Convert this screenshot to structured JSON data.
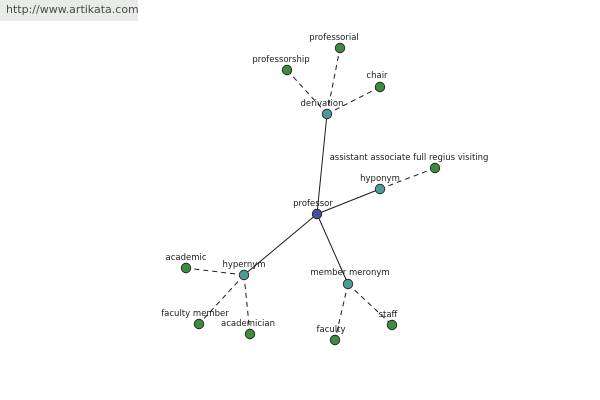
{
  "site_url": "http://www.artikata.com",
  "colors": {
    "root": "#4a4f9a",
    "relation": "#4c9a9a",
    "leaf": "#3f8a3f",
    "edge": "#1a1a1a"
  },
  "nodes": [
    {
      "id": "root",
      "label": "professor",
      "kind": "root"
    },
    {
      "id": "derivation",
      "label": "derivation",
      "kind": "relation"
    },
    {
      "id": "hyponym",
      "label": "hyponym",
      "kind": "relation"
    },
    {
      "id": "hypernym",
      "label": "hypernym",
      "kind": "relation"
    },
    {
      "id": "member-meronym",
      "label": "member meronym",
      "kind": "relation"
    },
    {
      "id": "professorial",
      "label": "professorial",
      "kind": "leaf"
    },
    {
      "id": "professorship",
      "label": "professorship",
      "kind": "leaf"
    },
    {
      "id": "chair",
      "label": "chair",
      "kind": "leaf"
    },
    {
      "id": "assistant",
      "label": "assistant associate full regius visiting",
      "kind": "leaf"
    },
    {
      "id": "academic",
      "label": "academic",
      "kind": "leaf"
    },
    {
      "id": "faculty-member",
      "label": "faculty member",
      "kind": "leaf"
    },
    {
      "id": "academician",
      "label": "academician",
      "kind": "leaf"
    },
    {
      "id": "faculty",
      "label": "faculty",
      "kind": "leaf"
    },
    {
      "id": "staff",
      "label": "staff",
      "kind": "leaf"
    }
  ],
  "edges": [
    {
      "from": "root",
      "to": "derivation",
      "style": "solid"
    },
    {
      "from": "root",
      "to": "hyponym",
      "style": "solid"
    },
    {
      "from": "root",
      "to": "hypernym",
      "style": "solid"
    },
    {
      "from": "root",
      "to": "member-meronym",
      "style": "solid"
    },
    {
      "from": "derivation",
      "to": "professorial",
      "style": "dashed"
    },
    {
      "from": "derivation",
      "to": "professorship",
      "style": "dashed"
    },
    {
      "from": "derivation",
      "to": "chair",
      "style": "dashed"
    },
    {
      "from": "hyponym",
      "to": "assistant",
      "style": "dashed"
    },
    {
      "from": "hypernym",
      "to": "academic",
      "style": "dashed"
    },
    {
      "from": "hypernym",
      "to": "faculty-member",
      "style": "dashed"
    },
    {
      "from": "hypernym",
      "to": "academician",
      "style": "dashed"
    },
    {
      "from": "member-meronym",
      "to": "faculty",
      "style": "dashed"
    },
    {
      "from": "member-meronym",
      "to": "staff",
      "style": "dashed"
    }
  ]
}
